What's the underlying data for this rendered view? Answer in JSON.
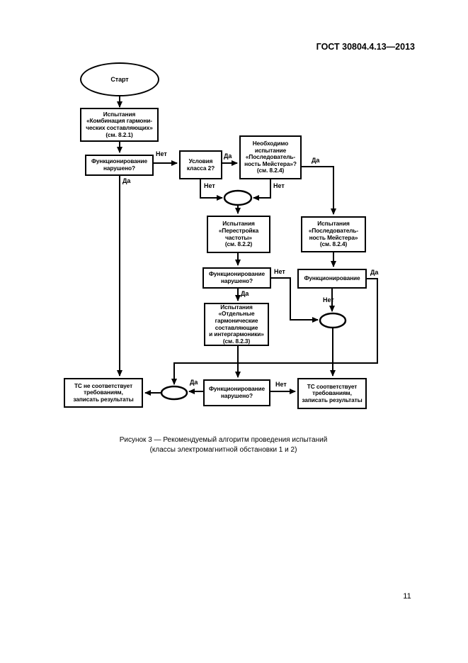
{
  "page": {
    "header": "ГОСТ 30804.4.13—2013",
    "page_number": "11",
    "caption_line1": "Рисунок 3 — Рекомендуемый алгоритм проведения испытаний",
    "caption_line2": "(классы электромагнитной обстановки 1 и 2)"
  },
  "labels": {
    "yes": "Да",
    "no": "Нет"
  },
  "nodes": {
    "start": "Старт",
    "test_combination": "Испытания\n«Комбинация гармони-\nческих составляющих»\n(см. 8.2.1)",
    "func_check_1": "Функционирование\nнарушено?",
    "class2_question": "Условия\nкласса 2?",
    "meister_needed": "Необходимо\nиспытание\n«Последователь-\nность Мейстера»?\n(см. 8.2.4)",
    "test_frequency": "Испытания\n«Перестройка\nчастоты»\n(см. 8.2.2)",
    "test_meister": "Испытания\n«Последователь-\nность Мейстера»\n(см. 8.2.4)",
    "func_check_2": "Функционирование\nнарушено?",
    "func_check_right": "Функционирование",
    "test_individual": "Испытания\n«Отдельные\nгармонические\nсоставляющие\nи интергармоники»\n(см. 8.2.3)",
    "func_check_3": "Функционирование\nнарушено?",
    "tc_fail": "ТС не соответствует\nтребованиям,\nзаписать результаты",
    "tc_pass": "ТС соответствует\nтребованиям,\nзаписать результаты"
  },
  "colors": {
    "line": "#000000",
    "paper": "#ffffff"
  }
}
